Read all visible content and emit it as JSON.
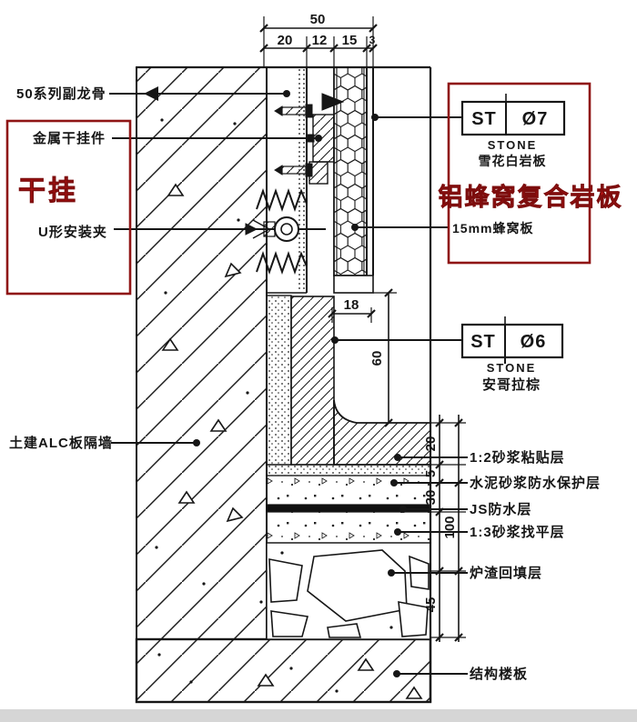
{
  "colors": {
    "red_text": "#c21313",
    "red_box": "#8f1515",
    "ink": "#161616",
    "footer_bar": "#d6d6d6"
  },
  "top_dims": {
    "total": "50",
    "seg_keel": "20",
    "seg_cavity": "12",
    "seg_panel": "15",
    "seg_face": "3"
  },
  "labels": {
    "keel": "50系列副龙骨",
    "metal_hanger": "金属干挂件",
    "dry_hang": "干挂",
    "u_clip": "U形安装夹",
    "alc_wall": "土建ALC板隔墙",
    "honeycomb": "15mm蜂窝板",
    "banner": "铝蜂窝复合岩板",
    "slab": "结构楼板"
  },
  "stone_tags": [
    {
      "code": "ST",
      "no": "Ø7",
      "type": "STONE",
      "name": "雪花白岩板"
    },
    {
      "code": "ST",
      "no": "Ø6",
      "type": "STONE",
      "name": "安哥拉棕"
    }
  ],
  "layers": [
    "1:2砂浆粘贴层",
    "水泥砂浆防水保护层",
    "JS防水层",
    "1:3砂浆找平层",
    "炉渣回填层"
  ],
  "dims": {
    "skirt_thickness": "18",
    "skirt_height": "60",
    "chain_20": "20",
    "chain_5": "5",
    "chain_30": "30",
    "chain_100": "100",
    "chain_45": "45"
  }
}
